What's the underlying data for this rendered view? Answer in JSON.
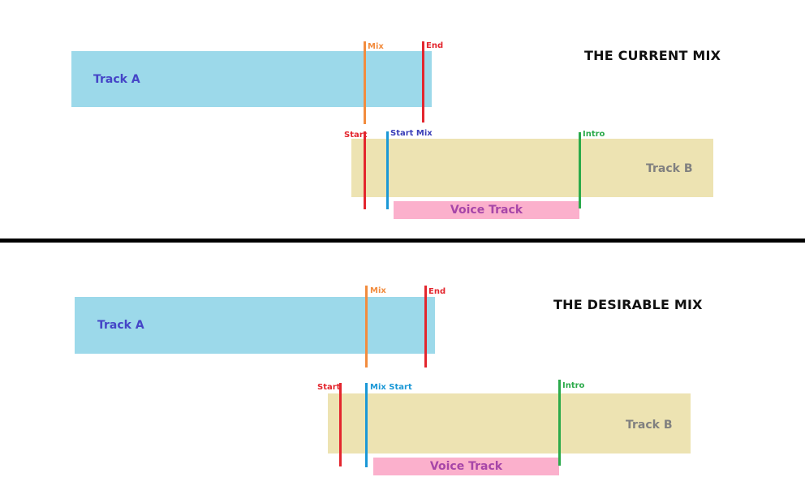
{
  "colors": {
    "track_a": "#9cd9ea",
    "track_b": "#ede3b2",
    "voice_track": "#fbb0cc",
    "track_a_label": "#4545c7",
    "track_b_label": "#808080",
    "voice_label": "#a746a8",
    "mix_marker": "#f28c3e",
    "end_marker": "#e3262e",
    "start_marker": "#e3262e",
    "start_mix_marker": "#1b98d6",
    "intro_marker": "#2baa4a",
    "start_mix_label_current": "#3b3fb8",
    "divider": "#000000"
  },
  "current_mix": {
    "title": "THE CURRENT MIX",
    "track_a_label": "Track A",
    "track_b_label": "Track B",
    "voice_track_label": "Voice Track",
    "markers": {
      "mix": "Mix",
      "end": "End",
      "start": "Start",
      "start_mix": "Start Mix",
      "intro": "Intro"
    }
  },
  "desirable_mix": {
    "title": "THE DESIRABLE MIX",
    "track_a_label": "Track A",
    "track_b_label": "Track B",
    "voice_track_label": "Voice Track",
    "markers": {
      "mix": "Mix",
      "end": "End",
      "start": "Start",
      "mix_start": "Mix Start",
      "intro": "Intro"
    }
  }
}
